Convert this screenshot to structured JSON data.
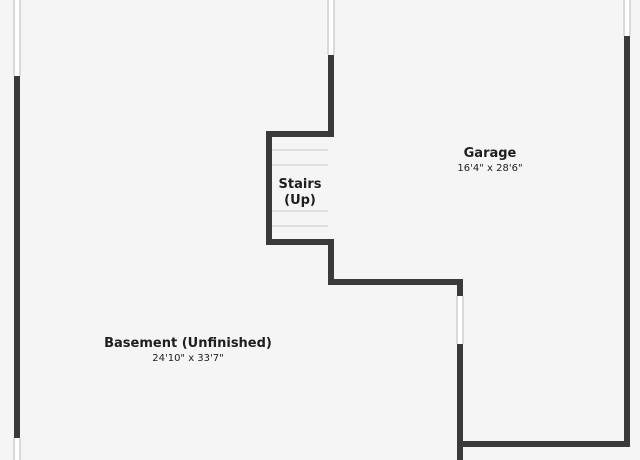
{
  "rooms": {
    "garage": {
      "name": "Garage",
      "dimensions": "16'4\" x 28'6\""
    },
    "stairs": {
      "line1": "Stairs",
      "line2": "(Up)"
    },
    "basement": {
      "name": "Basement (Unfinished)",
      "dimensions": "24'10\" x 33'7\""
    }
  },
  "colors": {
    "wall": "#3a3a3a",
    "floor": "#f5f5f5",
    "window": "#ffffff",
    "window_frame": "#b5b5b5",
    "stair_line": "#c8c8c8"
  }
}
